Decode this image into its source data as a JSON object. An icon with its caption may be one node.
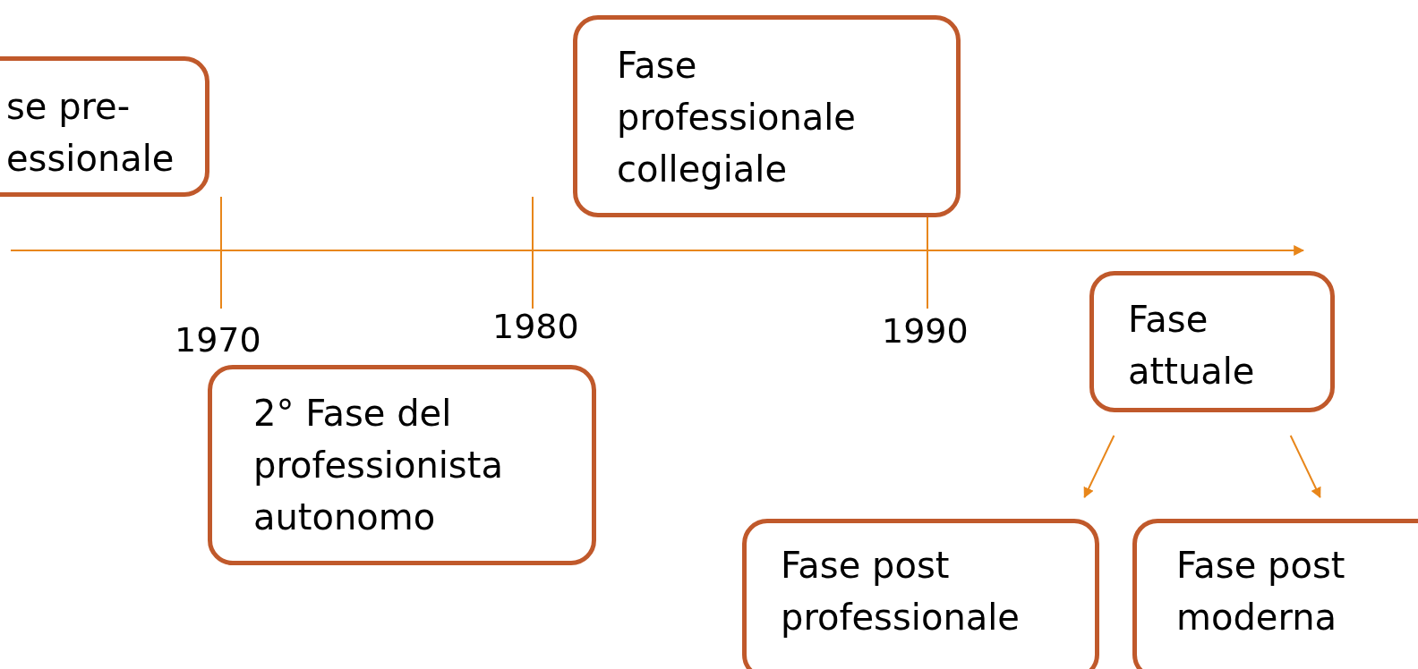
{
  "diagram": {
    "nodes": [
      {
        "text": [
          "se pre- essionale"
        ]
      },
      {
        "text": [
          "Fase professionale collegiale"
        ]
      },
      {
        "text": [
          "Fase attuale"
        ]
      },
      {
        "text": [
          "2° Fase del professionista autonomo"
        ]
      },
      {
        "text": [
          "Fase post professionale"
        ]
      },
      {
        "text": [
          "Fase post moderna"
        ]
      }
    ],
    "edges": [
      {
        "from": 2,
        "to": 4,
        "arrow": "to"
      },
      {
        "from": 2,
        "to": 5,
        "arrow": "to"
      }
    ],
    "labels": [
      "1970",
      "1980",
      "1990"
    ]
  }
}
